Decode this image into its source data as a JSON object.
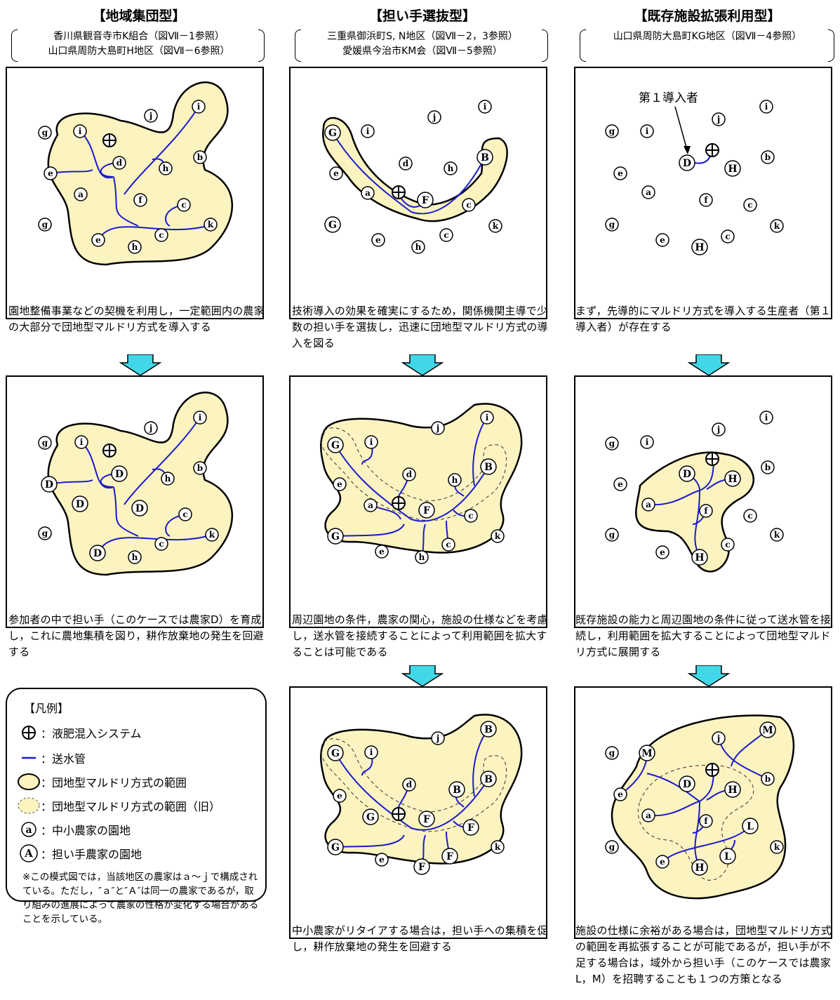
{
  "columns": [
    {
      "title": "【地域集団型】",
      "sources": [
        "香川県観音寺市K組合（図Ⅶ－1参照）",
        "山口県周防大島町H地区（図Ⅶ－6参照）"
      ]
    },
    {
      "title": "【担い手選抜型】",
      "sources": [
        "三重県御浜町S, N地区（図Ⅶ－2，3参照）",
        "愛媛県今治市KM会（図Ⅶ－5参照）"
      ]
    },
    {
      "title": "【既存施設拡張利用型】",
      "sources": [
        "山口県周防大島町KG地区（図Ⅶ－4参照）"
      ]
    }
  ],
  "captions": {
    "c1r1": "園地整備事業などの契機を利用し，一定範囲内の農家の大部分で団地型マルドリ方式を導入する",
    "c2r1": "技術導入の効果を確実にするため，関係機関主導で少数の担い手を選抜し，迅速に団地型マルドリ方式の導入を図る",
    "c3r1": "まず，先導的にマルドリ方式を導入する生産者（第１導入者）が存在する",
    "c1r2": "参加者の中で担い手（このケースでは農家D）を育成し，これに農地集積を図り，耕作放棄地の発生を回避する",
    "c2r2": "周辺園地の条件，農家の関心，施設の仕様などを考慮し，送水管を接続することによって利用範囲を拡大することは可能である",
    "c3r2": "既存施設の能力と周辺園地の条件に従って送水管を接続し，利用範囲を拡大することによって団地型マルドリ方式に展開する",
    "c2r3": "中小農家がリタイアする場合は，担い手への集積を促し，耕作放棄地の発生を回避する",
    "c3r3": "施設の仕様に余裕がある場合は，団地型マルドリ方式の範囲を再拡張することが可能であるが，担い手が不足する場合は，域外から担い手（このケースでは農家L，M）を招聘することも１つの方策となる"
  },
  "first_adopter_label": "第１導入者",
  "legend": {
    "title": "【凡例】",
    "items": [
      {
        "icon": "mixing-system-icon",
        "text": "：液肥混入システム"
      },
      {
        "icon": "water-pipe-icon",
        "text": "：送水管"
      },
      {
        "icon": "area-icon",
        "text": "：団地型マルドリ方式の範囲"
      },
      {
        "icon": "old-area-icon",
        "text": "：団地型マルドリ方式の範囲（旧）"
      },
      {
        "icon": "small-farm-icon",
        "text": "：中小農家の園地",
        "glyph": "a"
      },
      {
        "icon": "core-farm-icon",
        "text": "：担い手農家の園地",
        "glyph": "A"
      }
    ],
    "note": "※この模式図では，当該地区の農家はａ～ｊで構成されている。ただし，″ａ″と″Ａ″は同一の農家であるが，取り組みの進展によって農家の性格が変化する場合があることを示している。"
  },
  "colors": {
    "area": "#fbf3c0",
    "pipe": "#1a1ad0",
    "arrow": "#40d8e8",
    "border": "#000000"
  },
  "panels": {
    "p11": {
      "nodes": [
        [
          "j",
          213,
          163
        ],
        [
          "i",
          281,
          150
        ],
        [
          "g",
          62,
          187
        ],
        [
          "i",
          112,
          185
        ],
        [
          "d",
          168,
          230
        ],
        [
          "b",
          283,
          222
        ],
        [
          "e",
          70,
          245
        ],
        [
          "h",
          234,
          238
        ],
        [
          "a",
          113,
          275
        ],
        [
          "f",
          198,
          283
        ],
        [
          "c",
          260,
          290
        ],
        [
          "g",
          62,
          318
        ],
        [
          "k",
          298,
          318
        ],
        [
          "e",
          138,
          340
        ],
        [
          "c",
          228,
          333
        ],
        [
          "h",
          190,
          350
        ]
      ]
    },
    "p21": {
      "nodes": [
        [
          "j",
          213,
          165
        ],
        [
          "i",
          285,
          150
        ],
        [
          "G",
          68,
          187
        ],
        [
          "i",
          118,
          185
        ],
        [
          "d",
          172,
          231
        ],
        [
          "h",
          236,
          238
        ],
        [
          "B",
          285,
          222
        ],
        [
          "e",
          73,
          245
        ],
        [
          "a",
          118,
          273
        ],
        [
          "F",
          200,
          283
        ],
        [
          "c",
          262,
          290
        ],
        [
          "G",
          68,
          318
        ],
        [
          "k",
          300,
          320
        ],
        [
          "e",
          133,
          340
        ],
        [
          "c",
          230,
          333
        ],
        [
          "h",
          190,
          350
        ]
      ]
    },
    "p31": {
      "nodes": [
        [
          "j",
          212,
          168
        ],
        [
          "i",
          280,
          150
        ],
        [
          "g",
          60,
          185
        ],
        [
          "i",
          110,
          185
        ],
        [
          "D",
          167,
          230
        ],
        [
          "b",
          282,
          222
        ],
        [
          "H",
          232,
          238
        ],
        [
          "e",
          72,
          245
        ],
        [
          "a",
          112,
          272
        ],
        [
          "f",
          194,
          283
        ],
        [
          "c",
          257,
          290
        ],
        [
          "g",
          60,
          318
        ],
        [
          "k",
          295,
          320
        ],
        [
          "e",
          132,
          340
        ],
        [
          "c",
          225,
          335
        ],
        [
          "H",
          185,
          350
        ]
      ]
    },
    "p12": {
      "nodes": [
        [
          "j",
          213,
          608
        ],
        [
          "i",
          283,
          593
        ],
        [
          "g",
          62,
          629
        ],
        [
          "i",
          114,
          628
        ],
        [
          "D",
          168,
          673
        ],
        [
          "h",
          237,
          680
        ],
        [
          "b",
          283,
          665
        ],
        [
          "D",
          68,
          688
        ],
        [
          "D",
          112,
          716
        ],
        [
          "D",
          197,
          722
        ],
        [
          "c",
          262,
          731
        ],
        [
          "g",
          62,
          758
        ],
        [
          "k",
          300,
          760
        ],
        [
          "D",
          137,
          786
        ],
        [
          "c",
          228,
          773
        ],
        [
          "h",
          190,
          792
        ]
      ]
    },
    "p22": {
      "nodes": [
        [
          "j",
          218,
          608
        ],
        [
          "i",
          288,
          593
        ],
        [
          "G",
          72,
          632
        ],
        [
          "i",
          123,
          628
        ],
        [
          "d",
          177,
          674
        ],
        [
          "h",
          242,
          682
        ],
        [
          "B",
          290,
          663
        ],
        [
          "e",
          78,
          688
        ],
        [
          "a",
          122,
          718
        ],
        [
          "F",
          202,
          725
        ],
        [
          "c",
          265,
          733
        ],
        [
          "G",
          72,
          762
        ],
        [
          "k",
          303,
          762
        ],
        [
          "c",
          233,
          774
        ],
        [
          "e",
          138,
          784
        ],
        [
          "h",
          195,
          792
        ]
      ]
    },
    "p32": {
      "nodes": [
        [
          "j",
          212,
          610
        ],
        [
          "i",
          280,
          593
        ],
        [
          "g",
          60,
          630
        ],
        [
          "i",
          110,
          628
        ],
        [
          "D",
          167,
          673
        ],
        [
          "H",
          232,
          680
        ],
        [
          "b",
          282,
          664
        ],
        [
          "e",
          72,
          688
        ],
        [
          "a",
          112,
          717
        ],
        [
          "f",
          194,
          726
        ],
        [
          "c",
          257,
          733
        ],
        [
          "g",
          60,
          760
        ],
        [
          "k",
          295,
          760
        ],
        [
          "c",
          225,
          774
        ],
        [
          "e",
          132,
          785
        ],
        [
          "H",
          185,
          792
        ]
      ]
    },
    "p23": {
      "nodes": [
        [
          "B",
          290,
          1037
        ],
        [
          "j",
          218,
          1050
        ],
        [
          "G",
          72,
          1071
        ],
        [
          "i",
          123,
          1070
        ],
        [
          "d",
          177,
          1116
        ],
        [
          "B",
          245,
          1123
        ],
        [
          "B",
          290,
          1108
        ],
        [
          "e",
          78,
          1132
        ],
        [
          "G",
          122,
          1162
        ],
        [
          "F",
          202,
          1165
        ],
        [
          "F",
          265,
          1177
        ],
        [
          "G",
          72,
          1205
        ],
        [
          "k",
          303,
          1205
        ],
        [
          "F",
          235,
          1218
        ],
        [
          "e",
          138,
          1223
        ],
        [
          "F",
          195,
          1233
        ]
      ]
    },
    "p33": {
      "nodes": [
        [
          "j",
          212,
          1050
        ],
        [
          "M",
          282,
          1038
        ],
        [
          "g",
          60,
          1071
        ],
        [
          "M",
          110,
          1071
        ],
        [
          "D",
          167,
          1115
        ],
        [
          "H",
          232,
          1123
        ],
        [
          "b",
          282,
          1108
        ],
        [
          "e",
          72,
          1130
        ],
        [
          "a",
          112,
          1160
        ],
        [
          "f",
          194,
          1168
        ],
        [
          "L",
          257,
          1175
        ],
        [
          "g",
          60,
          1205
        ],
        [
          "k",
          295,
          1205
        ],
        [
          "L",
          225,
          1218
        ],
        [
          "e",
          132,
          1226
        ],
        [
          "H",
          185,
          1234
        ]
      ]
    }
  }
}
